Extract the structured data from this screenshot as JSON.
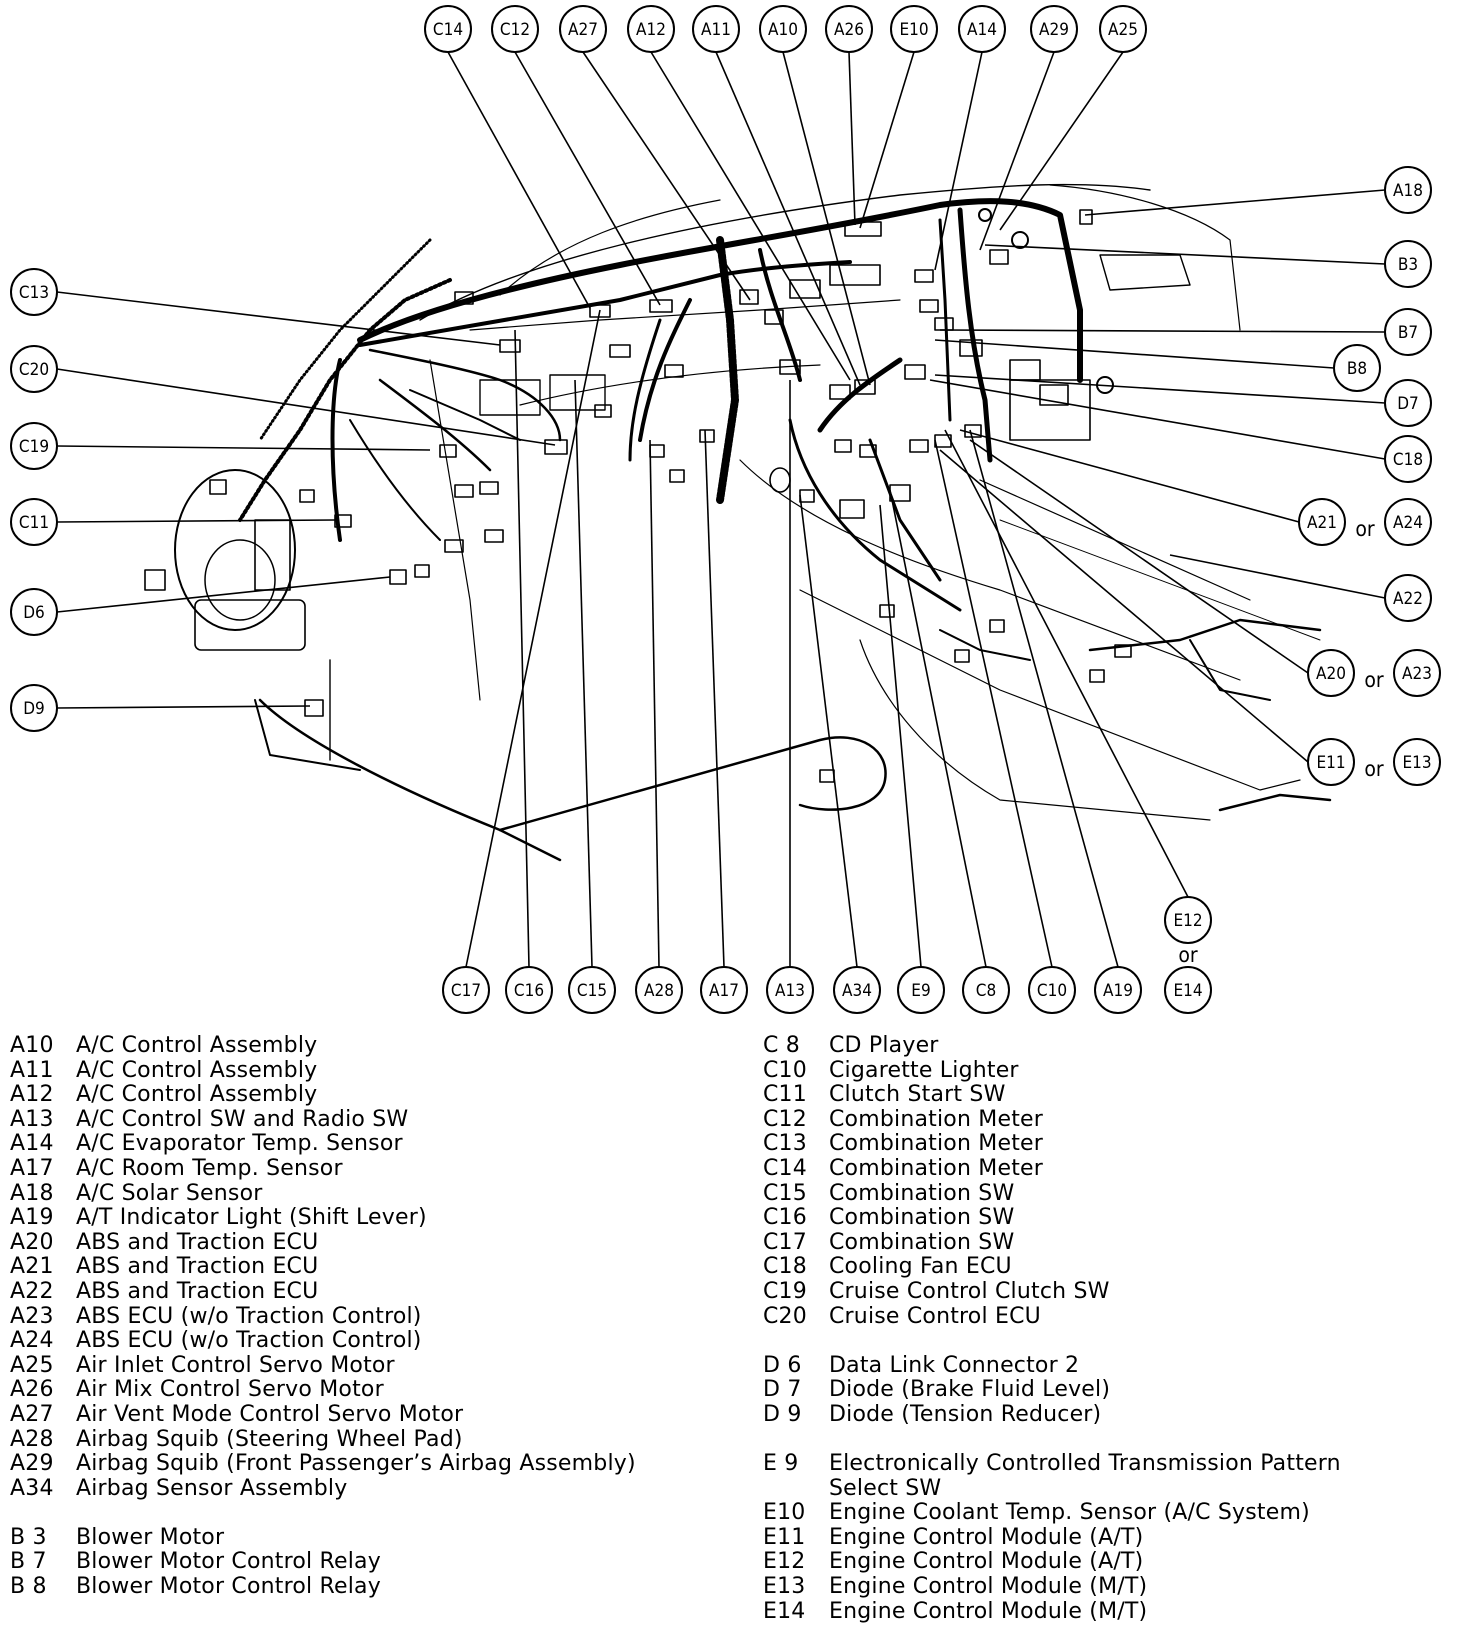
{
  "callouts": {
    "top": [
      "C14",
      "C12",
      "A27",
      "A12",
      "A11",
      "A10",
      "A26",
      "E10",
      "A14",
      "A29",
      "A25"
    ],
    "right": [
      "A18",
      "B3",
      "B7",
      "B8",
      "D7",
      "C18"
    ],
    "right_or": [
      {
        "a": "A21",
        "or": "or",
        "b": "A24"
      },
      {
        "a": "A22"
      },
      {
        "a": "A20",
        "or": "or",
        "b": "A23"
      },
      {
        "a": "E11",
        "or": "or",
        "b": "E13"
      }
    ],
    "left": [
      "C13",
      "C20",
      "C19",
      "C11",
      "D6",
      "D9"
    ],
    "bottom": [
      "C17",
      "C16",
      "C15",
      "A28",
      "A17",
      "A13",
      "A34",
      "E9",
      "C8",
      "C10",
      "A19"
    ],
    "bottom_stack": {
      "a": "E12",
      "or": "or",
      "b": "E14"
    }
  },
  "legend_left": [
    {
      "code": "A10",
      "text": "A/C Control Assembly"
    },
    {
      "code": "A11",
      "text": "A/C Control Assembly"
    },
    {
      "code": "A12",
      "text": "A/C Control Assembly"
    },
    {
      "code": "A13",
      "text": "A/C Control SW and Radio SW"
    },
    {
      "code": "A14",
      "text": "A/C Evaporator Temp. Sensor"
    },
    {
      "code": "A17",
      "text": "A/C Room Temp. Sensor"
    },
    {
      "code": "A18",
      "text": "A/C Solar Sensor"
    },
    {
      "code": "A19",
      "text": "A/T Indicator Light (Shift Lever)"
    },
    {
      "code": "A20",
      "text": "ABS and Traction ECU"
    },
    {
      "code": "A21",
      "text": "ABS and Traction ECU"
    },
    {
      "code": "A22",
      "text": "ABS and Traction ECU"
    },
    {
      "code": "A23",
      "text": "ABS ECU (w/o Traction Control)"
    },
    {
      "code": "A24",
      "text": "ABS ECU (w/o Traction Control)"
    },
    {
      "code": "A25",
      "text": "Air Inlet Control Servo Motor"
    },
    {
      "code": "A26",
      "text": "Air Mix Control Servo Motor"
    },
    {
      "code": "A27",
      "text": "Air Vent Mode Control Servo Motor"
    },
    {
      "code": "A28",
      "text": "Airbag Squib (Steering Wheel Pad)"
    },
    {
      "code": "A29",
      "text": "Airbag Squib (Front Passenger’s Airbag Assembly)"
    },
    {
      "code": "A34",
      "text": "Airbag Sensor Assembly"
    },
    {
      "code": "",
      "text": ""
    },
    {
      "code": "B 3",
      "text": "Blower Motor"
    },
    {
      "code": "B 7",
      "text": "Blower Motor Control Relay"
    },
    {
      "code": "B 8",
      "text": "Blower Motor Control Relay"
    }
  ],
  "legend_right": [
    {
      "code": "C 8",
      "text": "CD Player"
    },
    {
      "code": "C10",
      "text": "Cigarette Lighter"
    },
    {
      "code": "C11",
      "text": "Clutch Start SW"
    },
    {
      "code": "C12",
      "text": "Combination Meter"
    },
    {
      "code": "C13",
      "text": "Combination Meter"
    },
    {
      "code": "C14",
      "text": "Combination Meter"
    },
    {
      "code": "C15",
      "text": "Combination SW"
    },
    {
      "code": "C16",
      "text": "Combination SW"
    },
    {
      "code": "C17",
      "text": "Combination SW"
    },
    {
      "code": "C18",
      "text": "Cooling Fan ECU"
    },
    {
      "code": "C19",
      "text": "Cruise Control Clutch SW"
    },
    {
      "code": "C20",
      "text": "Cruise Control ECU"
    },
    {
      "code": "",
      "text": ""
    },
    {
      "code": "D 6",
      "text": "Data Link Connector 2"
    },
    {
      "code": "D 7",
      "text": "Diode (Brake Fluid Level)"
    },
    {
      "code": "D 9",
      "text": "Diode (Tension Reducer)"
    },
    {
      "code": "",
      "text": ""
    },
    {
      "code": "E 9",
      "text": "Electronically Controlled Transmission Pattern"
    },
    {
      "code": "",
      "text": "Select SW"
    },
    {
      "code": "E10",
      "text": "Engine Coolant Temp. Sensor (A/C System)"
    },
    {
      "code": "E11",
      "text": "Engine Control Module (A/T)"
    },
    {
      "code": "E12",
      "text": "Engine Control Module (A/T)"
    },
    {
      "code": "E13",
      "text": "Engine Control Module (M/T)"
    },
    {
      "code": "E14",
      "text": "Engine Control Module (M/T)"
    }
  ]
}
